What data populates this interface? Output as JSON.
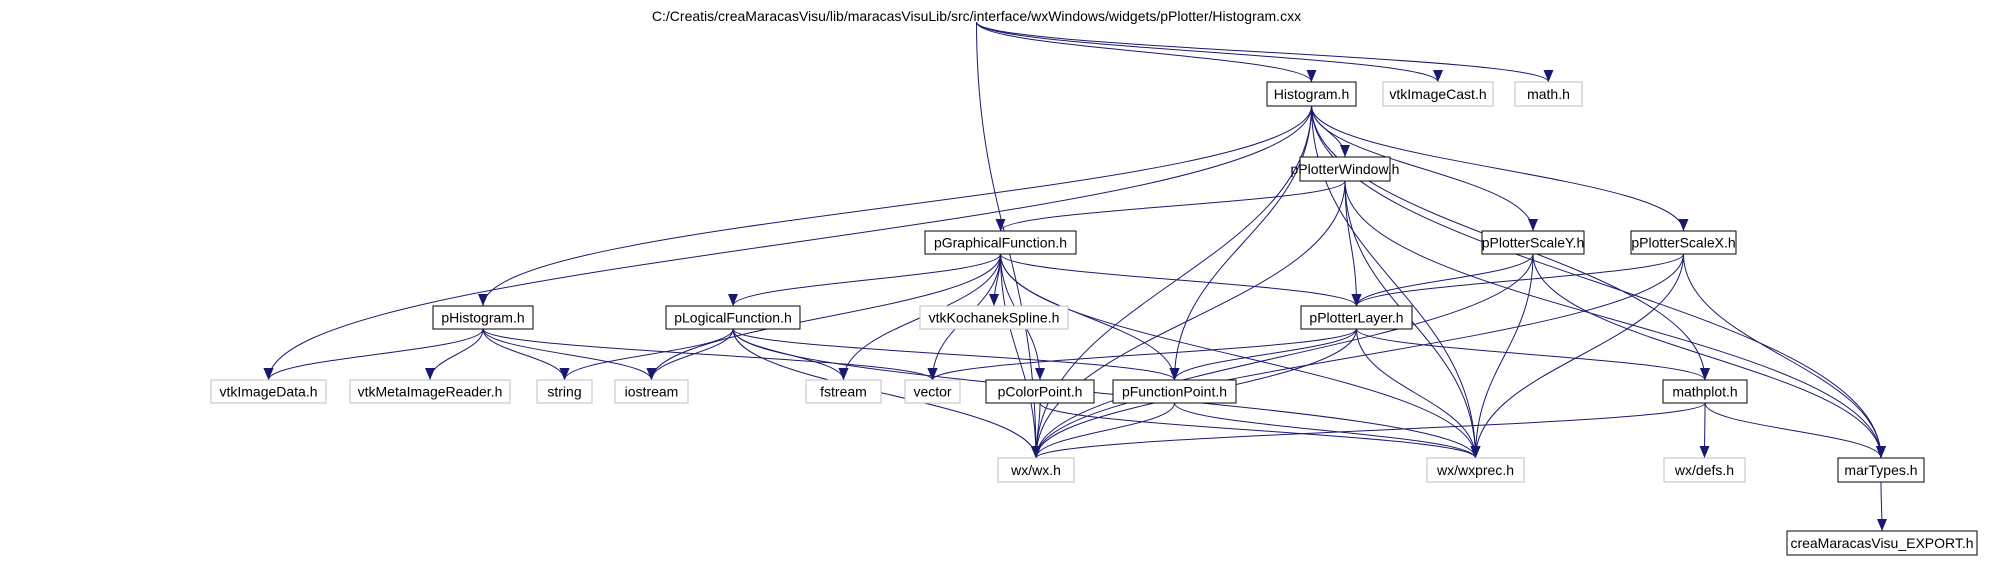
{
  "graph": {
    "colors": {
      "edge": "#191970",
      "root_fill": "#bfbfbf",
      "secondary_stroke": "#bfbfbf",
      "primary_stroke": "#000000",
      "label": "#000000"
    },
    "nodes": [
      {
        "id": "root",
        "label": "C:/Creatis/creaMaracasVisu/lib/maracasVisuLib/src/interface/wxWindows/widgets/pPlotter/Histogram.cxx",
        "kind": "root"
      },
      {
        "id": "histogram_h",
        "label": "Histogram.h",
        "kind": "primary"
      },
      {
        "id": "vtkimagecast_h",
        "label": "vtkImageCast.h",
        "kind": "secondary"
      },
      {
        "id": "math_h",
        "label": "math.h",
        "kind": "secondary"
      },
      {
        "id": "pplotterwindow_h",
        "label": "pPlotterWindow.h",
        "kind": "primary"
      },
      {
        "id": "pgraphicalfunction_h",
        "label": "pGraphicalFunction.h",
        "kind": "primary"
      },
      {
        "id": "pplotterscaley_h",
        "label": "pPlotterScaleY.h",
        "kind": "primary"
      },
      {
        "id": "pplotterscalex_h",
        "label": "pPlotterScaleX.h",
        "kind": "primary"
      },
      {
        "id": "phistogram_h",
        "label": "pHistogram.h",
        "kind": "primary"
      },
      {
        "id": "plogicalfunction_h",
        "label": "pLogicalFunction.h",
        "kind": "primary"
      },
      {
        "id": "vtkkochanekspline_h",
        "label": "vtkKochanekSpline.h",
        "kind": "secondary"
      },
      {
        "id": "pplotterlayer_h",
        "label": "pPlotterLayer.h",
        "kind": "primary"
      },
      {
        "id": "vtkimagedata_h",
        "label": "vtkImageData.h",
        "kind": "secondary"
      },
      {
        "id": "vtkmetaimagereader_h",
        "label": "vtkMetaImageReader.h",
        "kind": "secondary"
      },
      {
        "id": "string",
        "label": "string",
        "kind": "secondary"
      },
      {
        "id": "iostream",
        "label": "iostream",
        "kind": "secondary"
      },
      {
        "id": "fstream",
        "label": "fstream",
        "kind": "secondary"
      },
      {
        "id": "vector",
        "label": "vector",
        "kind": "secondary"
      },
      {
        "id": "pcolorpoint_h",
        "label": "pColorPoint.h",
        "kind": "primary"
      },
      {
        "id": "pfunctionpoint_h",
        "label": "pFunctionPoint.h",
        "kind": "primary"
      },
      {
        "id": "mathplot_h",
        "label": "mathplot.h",
        "kind": "primary"
      },
      {
        "id": "wx_wx_h",
        "label": "wx/wx.h",
        "kind": "secondary"
      },
      {
        "id": "wx_wxprec_h",
        "label": "wx/wxprec.h",
        "kind": "secondary"
      },
      {
        "id": "wx_defs_h",
        "label": "wx/defs.h",
        "kind": "secondary"
      },
      {
        "id": "martypes_h",
        "label": "marTypes.h",
        "kind": "primary"
      },
      {
        "id": "creamaracasvisu_export_h",
        "label": "creaMaracasVisu_EXPORT.h",
        "kind": "primary"
      }
    ],
    "edges": [
      [
        "root",
        "histogram_h"
      ],
      [
        "root",
        "vtkimagecast_h"
      ],
      [
        "root",
        "math_h"
      ],
      [
        "root",
        "wx_wx_h"
      ],
      [
        "histogram_h",
        "pplotterwindow_h"
      ],
      [
        "histogram_h",
        "pplotterscaley_h"
      ],
      [
        "histogram_h",
        "pplotterscalex_h"
      ],
      [
        "histogram_h",
        "phistogram_h"
      ],
      [
        "histogram_h",
        "vtkimagedata_h"
      ],
      [
        "histogram_h",
        "pfunctionpoint_h"
      ],
      [
        "histogram_h",
        "martypes_h"
      ],
      [
        "histogram_h",
        "wx_wx_h"
      ],
      [
        "histogram_h",
        "wx_wxprec_h"
      ],
      [
        "histogram_h",
        "mathplot_h"
      ],
      [
        "pplotterwindow_h",
        "pgraphicalfunction_h"
      ],
      [
        "pplotterwindow_h",
        "pplotterlayer_h"
      ],
      [
        "pplotterwindow_h",
        "wx_wx_h"
      ],
      [
        "pplotterwindow_h",
        "wx_wxprec_h"
      ],
      [
        "pplotterwindow_h",
        "martypes_h"
      ],
      [
        "pgraphicalfunction_h",
        "plogicalfunction_h"
      ],
      [
        "pgraphicalfunction_h",
        "vtkkochanekspline_h"
      ],
      [
        "pgraphicalfunction_h",
        "pplotterlayer_h"
      ],
      [
        "pgraphicalfunction_h",
        "iostream"
      ],
      [
        "pgraphicalfunction_h",
        "fstream"
      ],
      [
        "pgraphicalfunction_h",
        "vector"
      ],
      [
        "pgraphicalfunction_h",
        "pcolorpoint_h"
      ],
      [
        "pgraphicalfunction_h",
        "pfunctionpoint_h"
      ],
      [
        "pgraphicalfunction_h",
        "wx_wx_h"
      ],
      [
        "pgraphicalfunction_h",
        "wx_wxprec_h"
      ],
      [
        "pplotterscaley_h",
        "pplotterlayer_h"
      ],
      [
        "pplotterscaley_h",
        "wx_wx_h"
      ],
      [
        "pplotterscaley_h",
        "wx_wxprec_h"
      ],
      [
        "pplotterscaley_h",
        "martypes_h"
      ],
      [
        "pplotterscalex_h",
        "pplotterlayer_h"
      ],
      [
        "pplotterscalex_h",
        "wx_wx_h"
      ],
      [
        "pplotterscalex_h",
        "wx_wxprec_h"
      ],
      [
        "pplotterscalex_h",
        "martypes_h"
      ],
      [
        "phistogram_h",
        "vtkimagedata_h"
      ],
      [
        "phistogram_h",
        "vtkmetaimagereader_h"
      ],
      [
        "phistogram_h",
        "string"
      ],
      [
        "phistogram_h",
        "iostream"
      ],
      [
        "phistogram_h",
        "vector"
      ],
      [
        "plogicalfunction_h",
        "string"
      ],
      [
        "plogicalfunction_h",
        "iostream"
      ],
      [
        "plogicalfunction_h",
        "fstream"
      ],
      [
        "plogicalfunction_h",
        "pfunctionpoint_h"
      ],
      [
        "plogicalfunction_h",
        "wx_wx_h"
      ],
      [
        "plogicalfunction_h",
        "wx_wxprec_h"
      ],
      [
        "pplotterlayer_h",
        "vector"
      ],
      [
        "pplotterlayer_h",
        "pfunctionpoint_h"
      ],
      [
        "pplotterlayer_h",
        "mathplot_h"
      ],
      [
        "pplotterlayer_h",
        "wx_wx_h"
      ],
      [
        "pplotterlayer_h",
        "wx_wxprec_h"
      ],
      [
        "pcolorpoint_h",
        "wx_wx_h"
      ],
      [
        "pcolorpoint_h",
        "wx_wxprec_h"
      ],
      [
        "pfunctionpoint_h",
        "wx_wx_h"
      ],
      [
        "pfunctionpoint_h",
        "wx_wxprec_h"
      ],
      [
        "mathplot_h",
        "wx_wx_h"
      ],
      [
        "mathplot_h",
        "wx_defs_h"
      ],
      [
        "mathplot_h",
        "martypes_h"
      ],
      [
        "martypes_h",
        "creamaracasvisu_export_h"
      ]
    ]
  }
}
